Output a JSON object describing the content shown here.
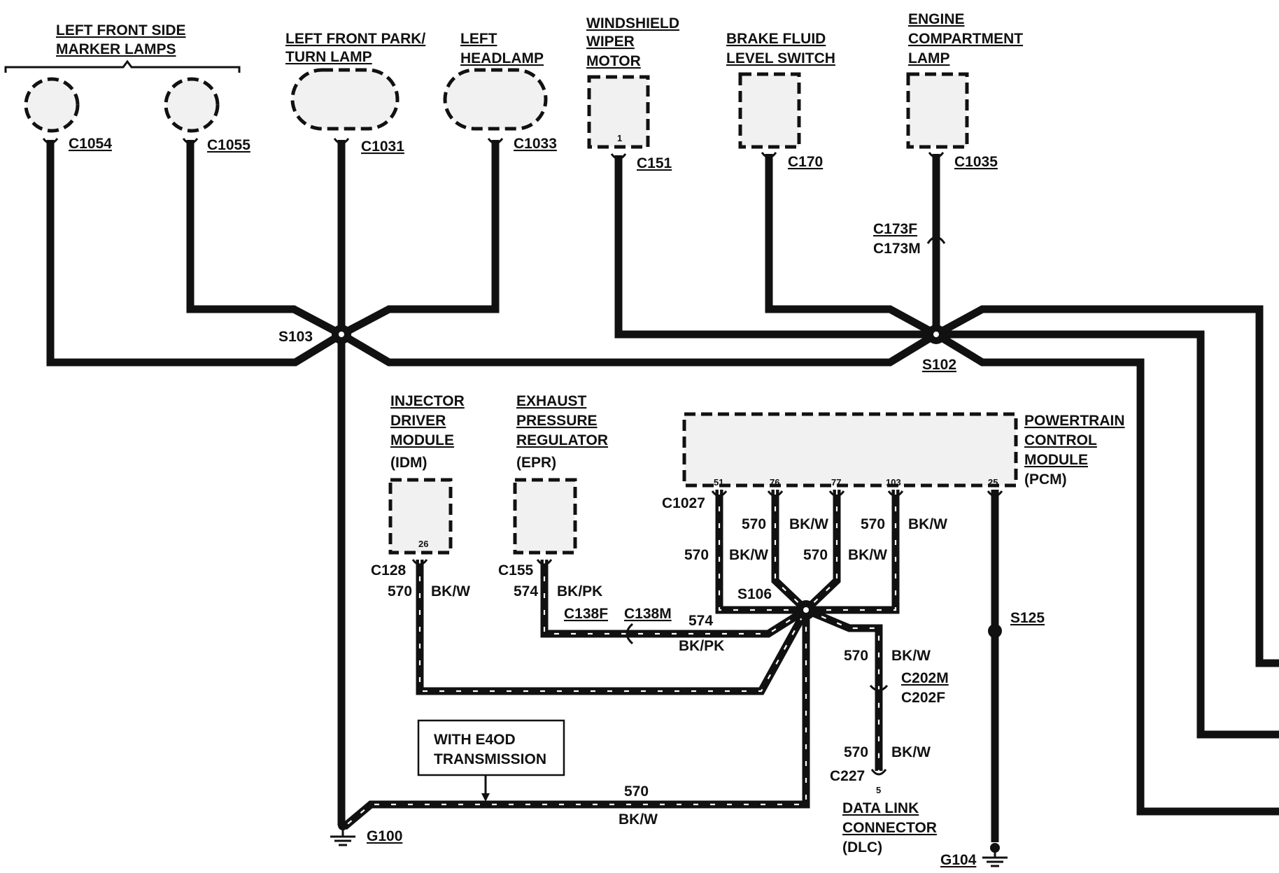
{
  "components": {
    "left_front_side_marker_lamps": [
      "LEFT FRONT SIDE",
      "MARKER LAMPS"
    ],
    "left_front_park_turn_lamp": [
      "LEFT FRONT PARK/",
      "TURN LAMP"
    ],
    "left_headlamp": [
      "LEFT",
      "HEADLAMP"
    ],
    "windshield_wiper_motor": [
      "WINDSHIELD",
      "WIPER",
      "MOTOR"
    ],
    "brake_fluid_level_switch": [
      "BRAKE FLUID",
      "LEVEL SWITCH"
    ],
    "engine_compartment_lamp": [
      "ENGINE",
      "COMPARTMENT",
      "LAMP"
    ],
    "injector_driver_module": [
      "INJECTOR",
      "DRIVER",
      "MODULE",
      "(IDM)"
    ],
    "exhaust_pressure_regulator": [
      "EXHAUST",
      "PRESSURE",
      "REGULATOR",
      "(EPR)"
    ],
    "powertrain_control_module": [
      "POWERTRAIN",
      "CONTROL",
      "MODULE",
      "(PCM)"
    ],
    "data_link_connector": [
      "DATA LINK",
      "CONNECTOR",
      "(DLC)"
    ]
  },
  "connectors": {
    "c1054": "C1054",
    "c1055": "C1055",
    "c1031": "C1031",
    "c1033": "C1033",
    "c151": "C151",
    "c170": "C170",
    "c1035": "C1035",
    "c173f": "C173F",
    "c173m": "C173M",
    "c1027": "C1027",
    "c128": "C128",
    "c155": "C155",
    "c138f": "C138F",
    "c138m": "C138M",
    "c202m": "C202M",
    "c202f": "C202F",
    "c227": "C227"
  },
  "splices": {
    "s103": "S103",
    "s102": "S102",
    "s106": "S106",
    "s125": "S125"
  },
  "grounds": {
    "g100": "G100",
    "g104": "G104"
  },
  "pins": {
    "wiper_1": "1",
    "idm_26": "26",
    "pcm_51": "51",
    "pcm_76": "76",
    "pcm_77": "77",
    "pcm_103": "103",
    "pcm_25": "25",
    "dlc_5": "5"
  },
  "wires": {
    "circuit_570": "570",
    "circuit_574": "574",
    "color_bkw": "BK/W",
    "color_bkpk": "BK/PK"
  },
  "note": [
    "WITH E4OD",
    "TRANSMISSION"
  ]
}
